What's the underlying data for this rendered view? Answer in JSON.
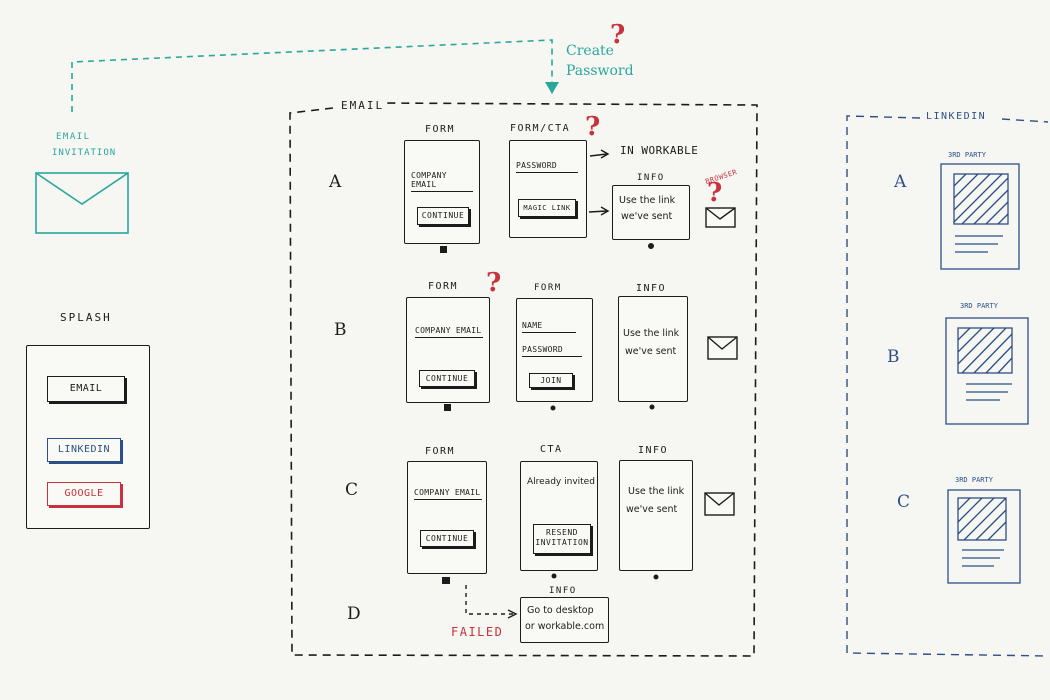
{
  "invitation": {
    "label_line1": "EMAIL",
    "label_line2": "INVITATION"
  },
  "create_password": {
    "line1": "Create",
    "line2": "Password"
  },
  "splash": {
    "title": "SPLASH",
    "email_button": "EMAIL",
    "linkedin_button": "LINKEDIN",
    "google_button": "GOOGLE"
  },
  "email_section": {
    "title": "EMAIL",
    "row_a": {
      "label": "A",
      "form_header": "FORM",
      "form_field": "COMPANY EMAIL",
      "form_button": "CONTINUE",
      "cta_header": "FORM/CTA",
      "cta_field": "PASSWORD",
      "cta_button": "MAGIC LINK",
      "in_workable": "IN WORKABLE",
      "info_header": "INFO",
      "info_text_line1": "Use the link",
      "info_text_line2": "we've sent",
      "browser_label": "BROWSER"
    },
    "row_b": {
      "label": "B",
      "form_header": "FORM",
      "form_field": "COMPANY EMAIL",
      "form_button": "CONTINUE",
      "second_header": "FORM",
      "name_field": "NAME",
      "password_field": "PASSWORD",
      "join_button": "JOIN",
      "info_header": "INFO",
      "info_text_line1": "Use the link",
      "info_text_line2": "we've sent"
    },
    "row_c": {
      "label": "C",
      "form_header": "FORM",
      "form_field": "COMPANY EMAIL",
      "form_button": "CONTINUE",
      "cta_header": "CTA",
      "cta_text": "Already invited",
      "resend_line1": "RESEND",
      "resend_line2": "INVITATION",
      "info_header": "INFO",
      "info_text_line1": "Use the link",
      "info_text_line2": "we've sent"
    },
    "row_d": {
      "label": "D",
      "failed": "FAILED",
      "info_header": "INFO",
      "info_text_line1": "Go to desktop",
      "info_text_line2": "or workable.com"
    }
  },
  "linkedin_section": {
    "title": "LINKEDIN",
    "rows": [
      {
        "label": "A",
        "card_caption": "3RD PARTY"
      },
      {
        "label": "B",
        "card_caption": "3RD PARTY"
      },
      {
        "label": "C",
        "card_caption": "3RD PARTY"
      }
    ]
  },
  "question_mark": "?",
  "colors": {
    "ink": "#1c1c1c",
    "teal": "#2aa79a",
    "blue": "#2e4f86",
    "red": "#c8323c"
  }
}
